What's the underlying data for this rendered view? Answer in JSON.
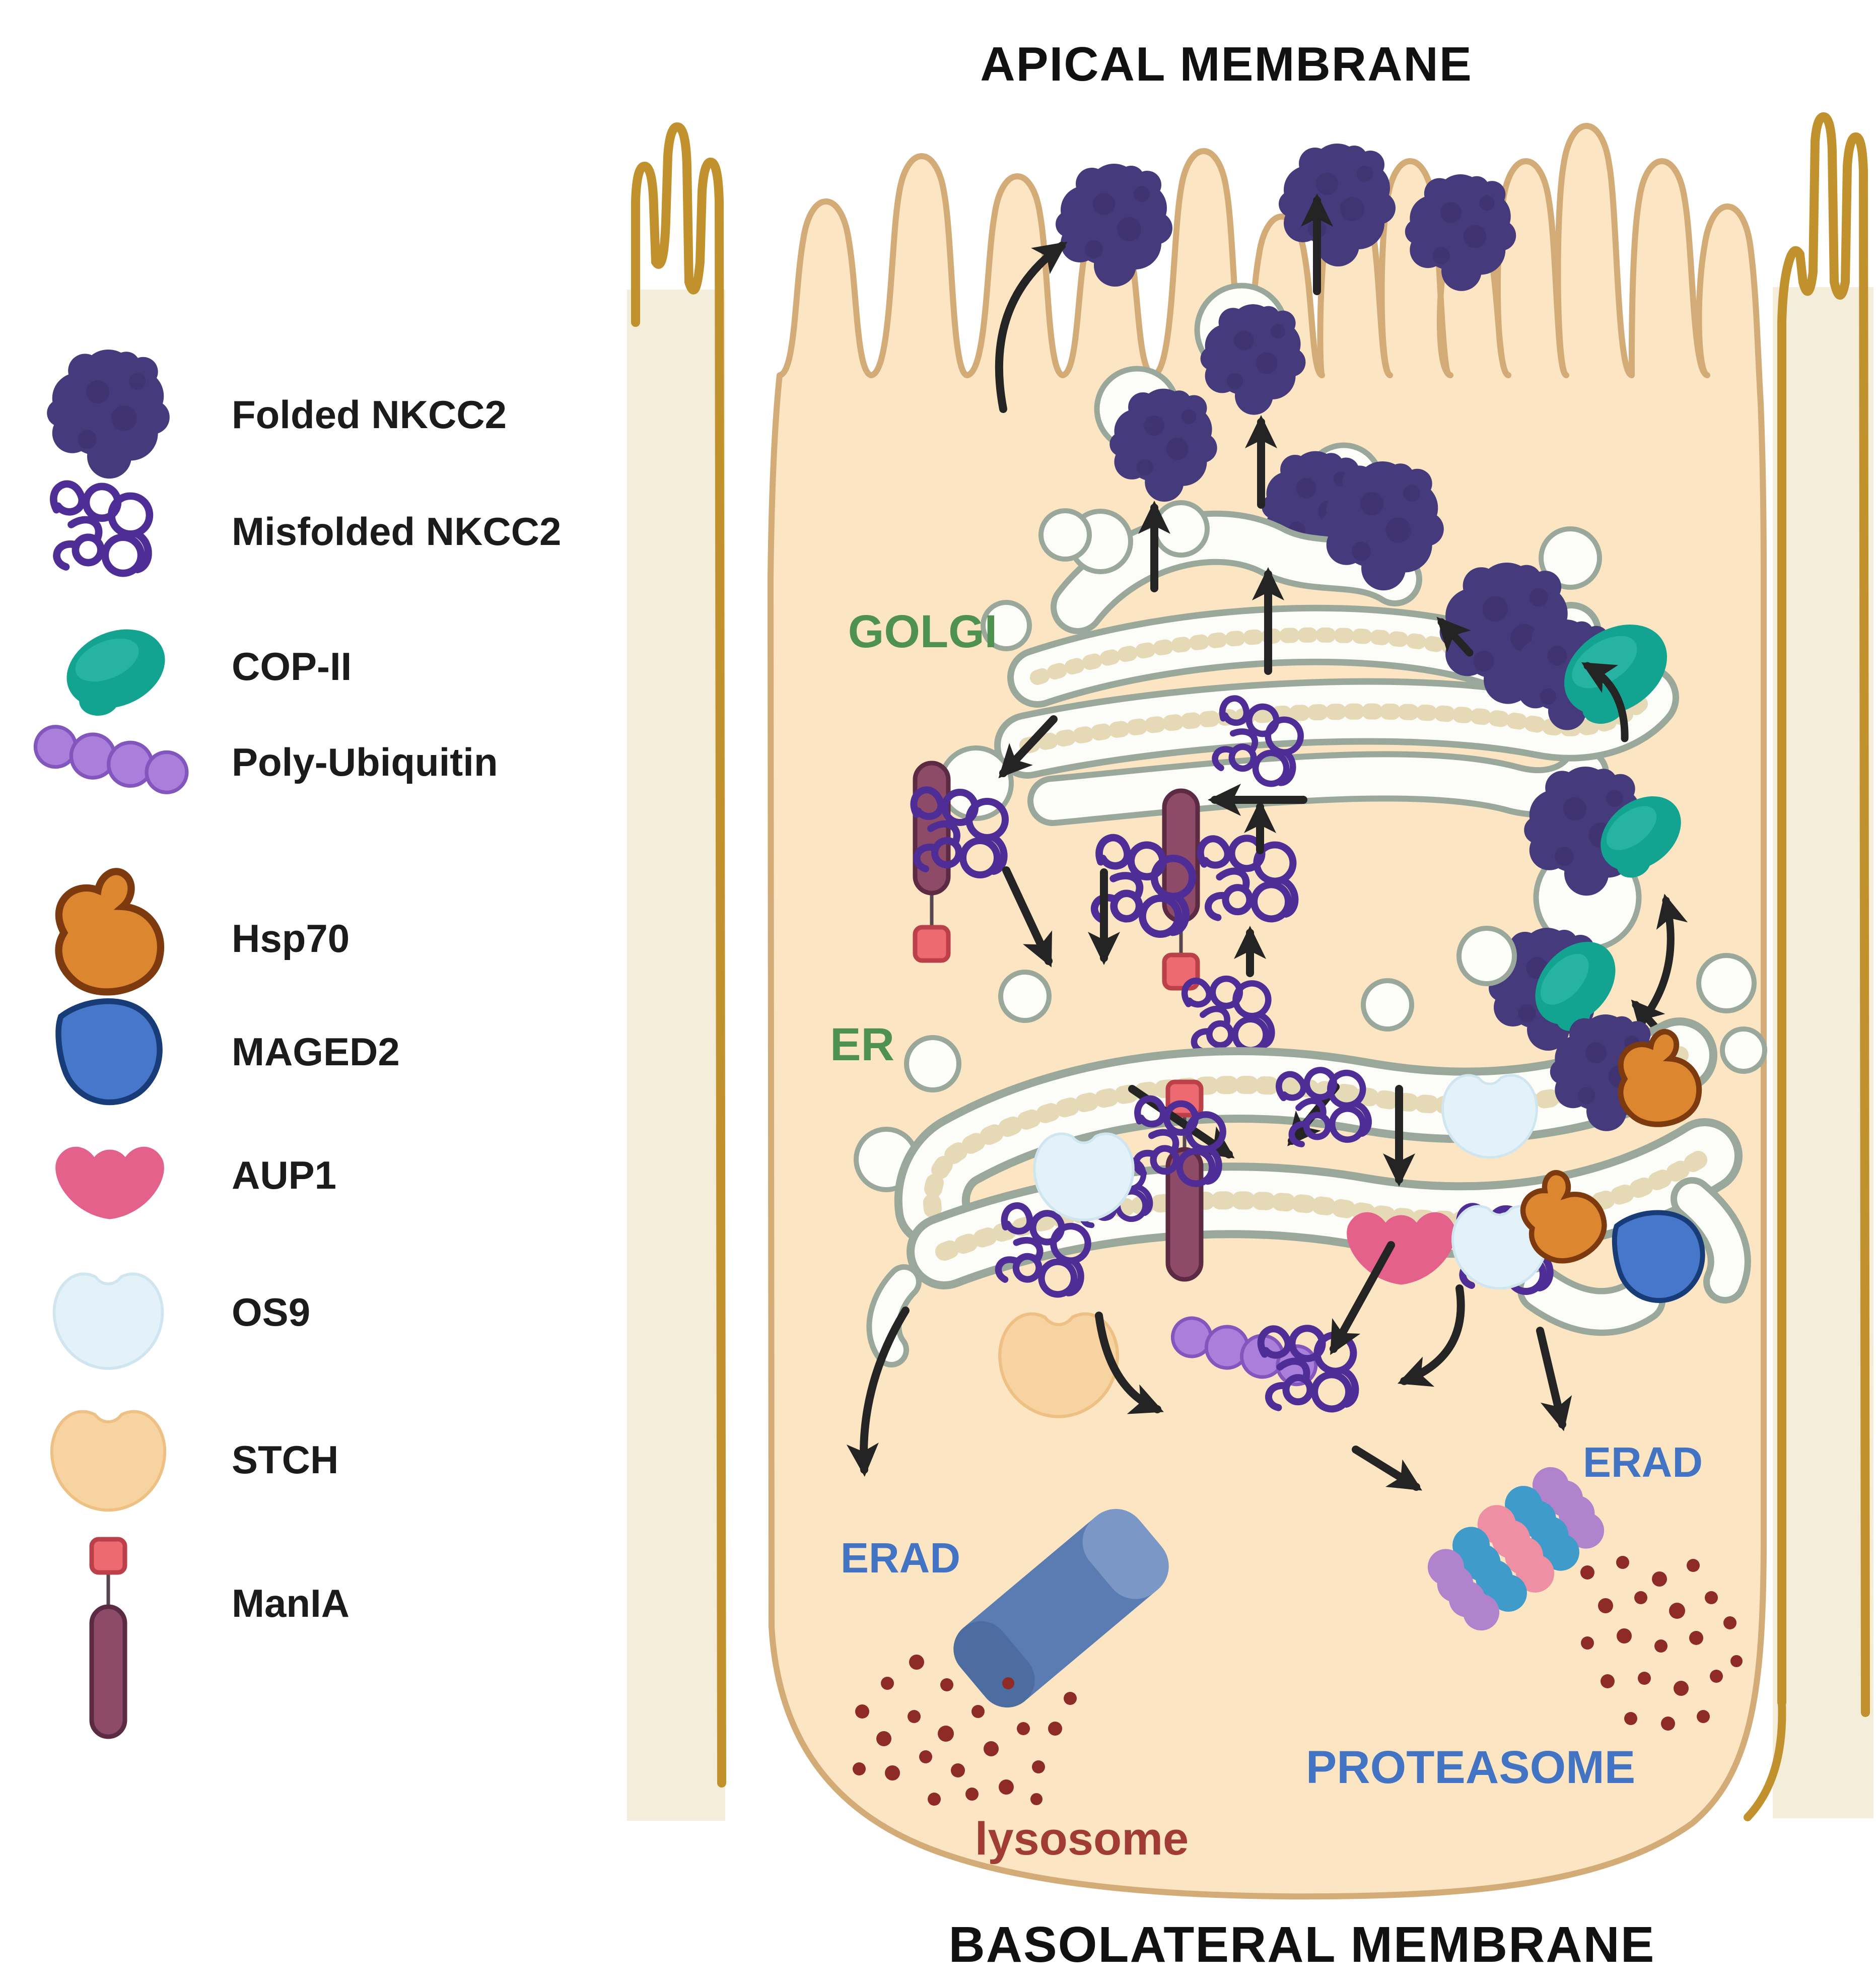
{
  "apical_label": "APICAL MEMBRANE",
  "basolateral_label": "BASOLATERAL MEMBRANE",
  "legend": {
    "items": [
      {
        "id": "folded-nkcc2",
        "label": "Folded NKCC2",
        "color": "#453a7b"
      },
      {
        "id": "misfolded-nkcc2",
        "label": "Misfolded NKCC2",
        "color": "#4f2d96"
      },
      {
        "id": "cop-ii",
        "label": "COP-II",
        "color": "#13a391"
      },
      {
        "id": "poly-ubiquitin",
        "label": "Poly-Ubiquitin",
        "color": "#aa7edb"
      },
      {
        "id": "hsp70",
        "label": "Hsp70",
        "color": "#dd8630"
      },
      {
        "id": "maged2",
        "label": "MAGED2",
        "color": "#4677cb"
      },
      {
        "id": "aup1",
        "label": "AUP1",
        "color": "#e4618c"
      },
      {
        "id": "os9",
        "label": "OS9",
        "color": "#e3f2f9"
      },
      {
        "id": "stch",
        "label": "STCH",
        "color": "#f6d3a1"
      },
      {
        "id": "mania",
        "label": "ManIA",
        "color": "#8d4b68"
      }
    ]
  },
  "organelles": {
    "golgi": "GOLGI",
    "er": "ER",
    "lysosome": "lysosome",
    "proteasome": "PROTEASOME"
  },
  "pathways": {
    "erad_left": "ERAD",
    "erad_right": "ERAD"
  },
  "colors": {
    "cell_fill": "#fbe5c2",
    "cell_border": "#d3ab76",
    "organelle_outline": "#9aa89c",
    "label_green": "#4f9151",
    "label_blue": "#4374c4",
    "label_red": "#a13c32",
    "arrow": "#242424",
    "junction_gold": "#c0912d",
    "neighbor_fill": "#f4edda",
    "proteasome_purple": "#b183cc",
    "proteasome_blue": "#3f9bc9",
    "proteasome_pink": "#ef8fa3",
    "lysosome_blue": "#5a7cb2",
    "debris_red": "#8e2b26"
  }
}
